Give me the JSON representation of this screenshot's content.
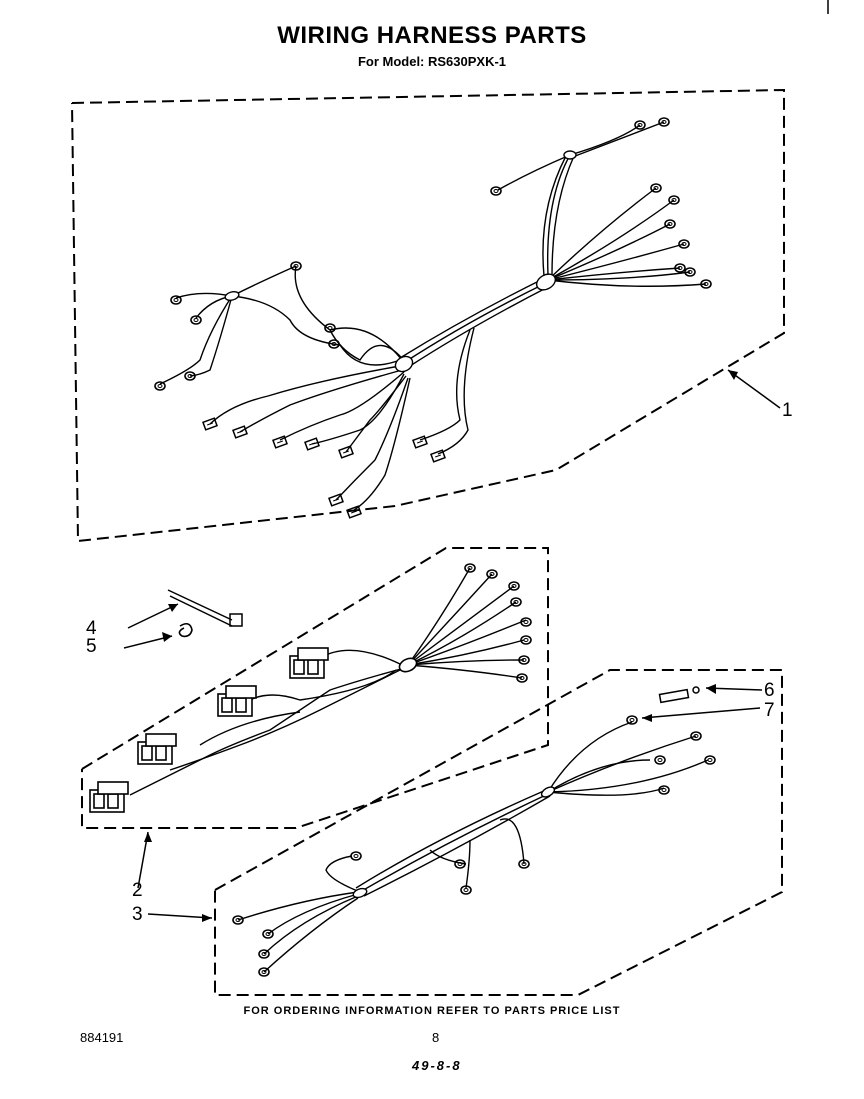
{
  "title": "WIRING HARNESS PARTS",
  "model": "For Model: RS630PXK-1",
  "footer_note": "FOR ORDERING INFORMATION REFER TO PARTS PRICE LIST",
  "doc_number": "884191",
  "page_number": "8",
  "handwritten": "49-8-8",
  "callouts": [
    "1",
    "2",
    "3",
    "4",
    "5",
    "6",
    "7"
  ],
  "colors": {
    "ink": "#000000",
    "paper": "#ffffff"
  }
}
